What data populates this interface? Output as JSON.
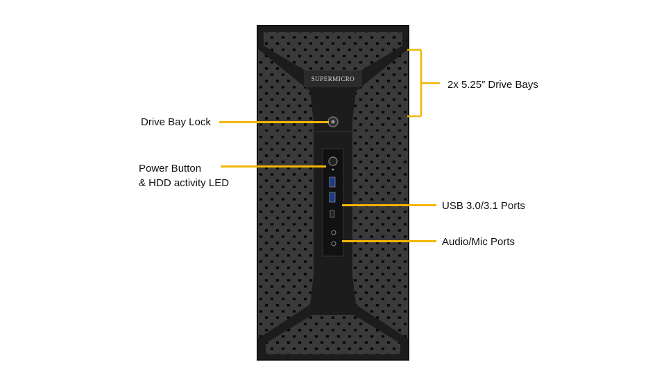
{
  "brand": "SUPERMICRO",
  "accent_color": "#f2b600",
  "callouts": {
    "drive_bays": "2x 5.25” Drive Bays",
    "drive_bay_lock": "Drive Bay Lock",
    "power_button_line1": "Power Button",
    "power_button_line2": "& HDD activity LED",
    "usb_ports": "USB 3.0/3.1 Ports",
    "audio_ports": "Audio/Mic Ports"
  }
}
